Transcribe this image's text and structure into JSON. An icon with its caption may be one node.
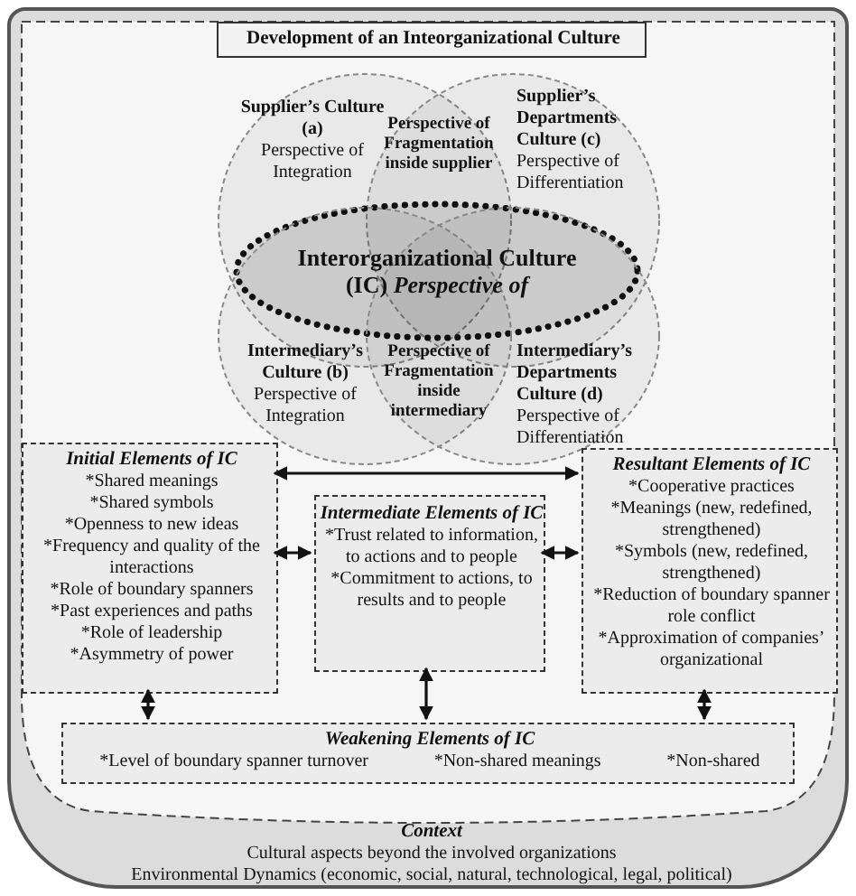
{
  "diagram": {
    "nodes": [
      {
        "text": [
          "Context",
          "Cultural aspects beyond the involved organizations",
          "Environmental Dynamics (economic, social, natural, technological, legal, political)"
        ]
      },
      {
        "text": [
          "Development of an Inteorganizational Culture"
        ],
        "in": 0
      },
      {
        "text": [
          "Supplier’s Culture (a)",
          "Perspective of Integration"
        ],
        "in": 0
      },
      {
        "text": [
          "Supplier’s Departments Culture (c)",
          "Perspective of Differentiation"
        ],
        "in": 0
      },
      {
        "text": [
          "Interorganizational Culture (IC) *Perspective of*"
        ],
        "in": 0
      },
      {
        "text": [
          "Intermediary’s Culture (b)",
          "Perspective of Integration"
        ],
        "in": 0
      },
      {
        "text": [
          "Intermediary’s Departments Culture (d)",
          "Perspective of Differentiation"
        ],
        "in": 0
      },
      {
        "text": [
          "Initial Elements of IC",
          "*Shared meanings",
          "*Shared symbols",
          "*Openness to new ideas",
          "*Frequency and quality of the interactions",
          "*Role of boundary spanners",
          "*Past experiences and paths",
          "*Role of leadership",
          "*Asymmetry of power"
        ],
        "in": 0
      },
      {
        "text": [
          "Intermediate Elements of IC",
          "*Trust related to information, to actions and to people",
          "*Commitment to actions, to results and to people"
        ],
        "in": 0
      },
      {
        "text": [
          "Resultant Elements of IC",
          "*Cooperative practices",
          "*Meanings (new, redefined, strengthened)",
          "*Symbols (new, redefined, strengthened)",
          "*Reduction of boundary spanner role conflict",
          "*Approximation of companies’ organizational"
        ],
        "in": 0
      },
      {
        "text": [
          "Weakening Elements of IC",
          "*Level of boundary spanner turnover",
          "*Non-shared meanings",
          "*Non-shared"
        ],
        "in": 0
      }
    ],
    "edges": [
      {
        "from": 7,
        "to": 9,
        "arrow": "both"
      },
      {
        "from": 7,
        "to": 8,
        "arrow": "both"
      },
      {
        "from": 8,
        "to": 9,
        "arrow": "both"
      },
      {
        "from": 7,
        "to": 10,
        "arrow": "both"
      },
      {
        "from": 8,
        "to": 10,
        "arrow": "both"
      },
      {
        "from": 9,
        "to": 10,
        "arrow": "both"
      }
    ],
    "labels": [
      "Perspective of Fragmentation inside supplier",
      "Perspective of Fragmentation inside intermediary"
    ]
  }
}
